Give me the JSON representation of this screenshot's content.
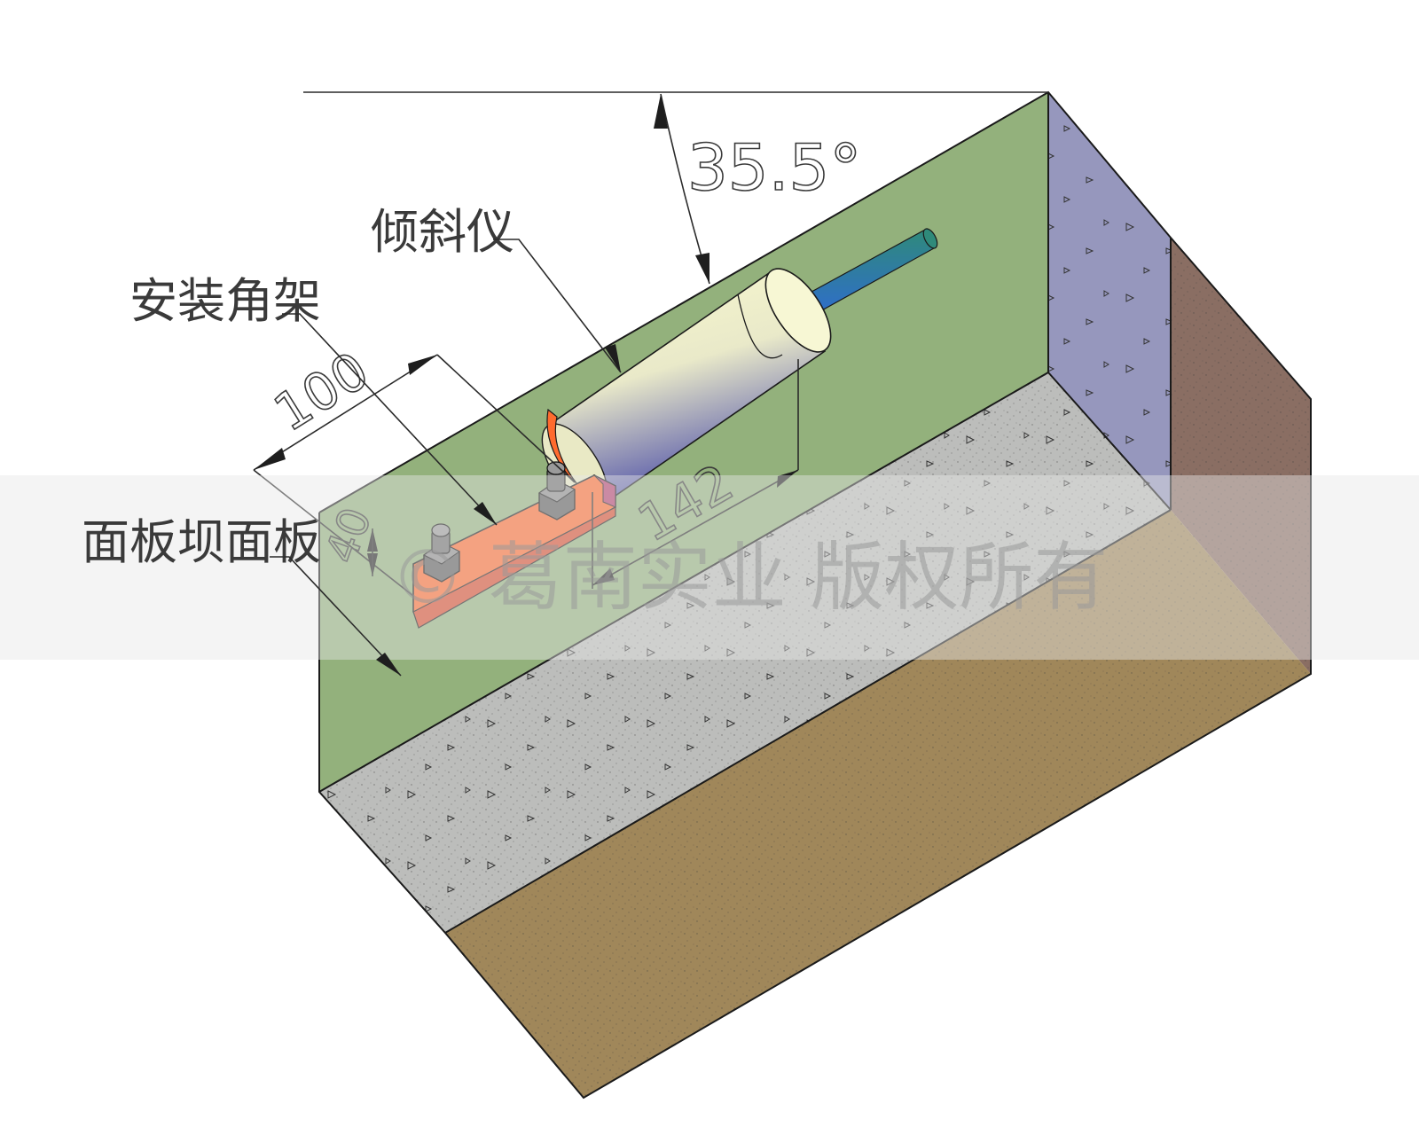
{
  "labels": {
    "inclinometer": "倾斜仪",
    "mounting_bracket": "安装角架",
    "face_slab": "面板坝面板"
  },
  "dimensions": {
    "angle": "35.5°",
    "length_bracket": "100",
    "length_offset": "142",
    "height_bracket": "40"
  },
  "watermark": {
    "text": "© 葛南实业 版权所有"
  },
  "colors": {
    "face_slab": "#93b17c",
    "concrete_top": "#bcbdbb",
    "concrete_side": "#9697bd",
    "soil_front": "#a0875a",
    "soil_side": "#8a6e63",
    "bracket": "#ff6b2e",
    "sensor_body_light": "#fbfbcf",
    "sensor_body_dark": "#4d4fa8",
    "cable": "#2f6bd1",
    "bolt": "#5a5a5a"
  }
}
